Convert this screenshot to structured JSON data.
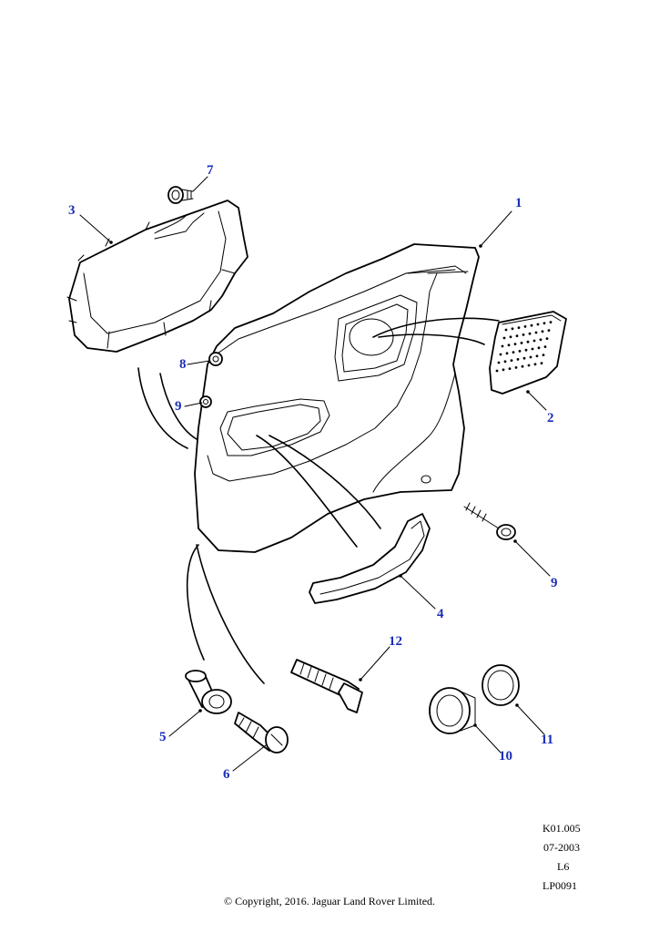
{
  "callouts": {
    "c1": "1",
    "c2": "2",
    "c3": "3",
    "c4": "4",
    "c5": "5",
    "c6": "6",
    "c7": "7",
    "c8": "8",
    "c9a": "9",
    "c9b": "9",
    "c10": "10",
    "c11": "11",
    "c12": "12"
  },
  "meta": {
    "ref": "K01.005",
    "date": "07-2003",
    "level": "L6",
    "code": "LP0091"
  },
  "footer": {
    "copyright": "© Copyright, 2016. Jaguar Land Rover Limited."
  },
  "colors": {
    "callout": "#1a2fb8",
    "linework": "#000000"
  }
}
